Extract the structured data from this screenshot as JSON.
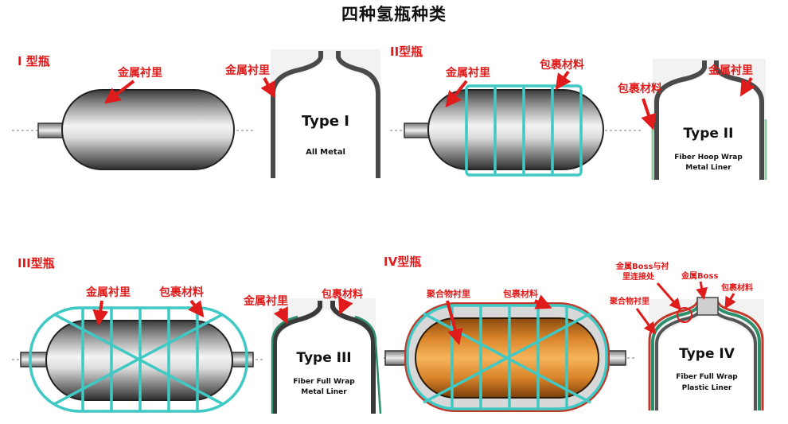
{
  "title": "四种氢瓶种类",
  "type1": {
    "heading": "I 型瓶",
    "label_liner_tank": "金属衬里",
    "label_liner_cross": "金属衬里",
    "box_title": "Type I",
    "box_sub1": "All  Metal"
  },
  "type2": {
    "heading": "II型瓶",
    "label_liner_tank": "金属衬里",
    "label_wrap_tank": "包裹材料",
    "label_wrap_cross": "包裹材料",
    "label_liner_cross": "金属衬里",
    "box_title": "Type II",
    "box_sub1": "Fiber Hoop Wrap",
    "box_sub2": "Metal Liner"
  },
  "type3": {
    "heading": "III型瓶",
    "label_liner_tank": "金属衬里",
    "label_wrap_tank": "包裹材料",
    "label_liner_cross": "金属衬里",
    "label_wrap_cross": "包裹材料",
    "box_title": "Type III",
    "box_sub1": "Fiber Full Wrap",
    "box_sub2": "Metal Liner"
  },
  "type4": {
    "heading": "IV型瓶",
    "label_polymer_tank": "聚合物衬里",
    "label_wrap_tank": "包裹材料",
    "label_boss_joint_1": "金属Boss与衬",
    "label_boss_joint_2": "里连接处",
    "label_boss": "金属Boss",
    "label_wrap_cross": "包裹材料",
    "label_polymer_cross": "聚合物衬里",
    "box_title": "Type IV",
    "box_sub1": "Fiber Full Wrap",
    "box_sub2": "Plastic Liner"
  },
  "colors": {
    "label_red": "#e01b1b",
    "fiber_cyan": "#3ec9c4",
    "liner_gray": "#5a5a5a",
    "polymer_orange": "#e8922a"
  }
}
